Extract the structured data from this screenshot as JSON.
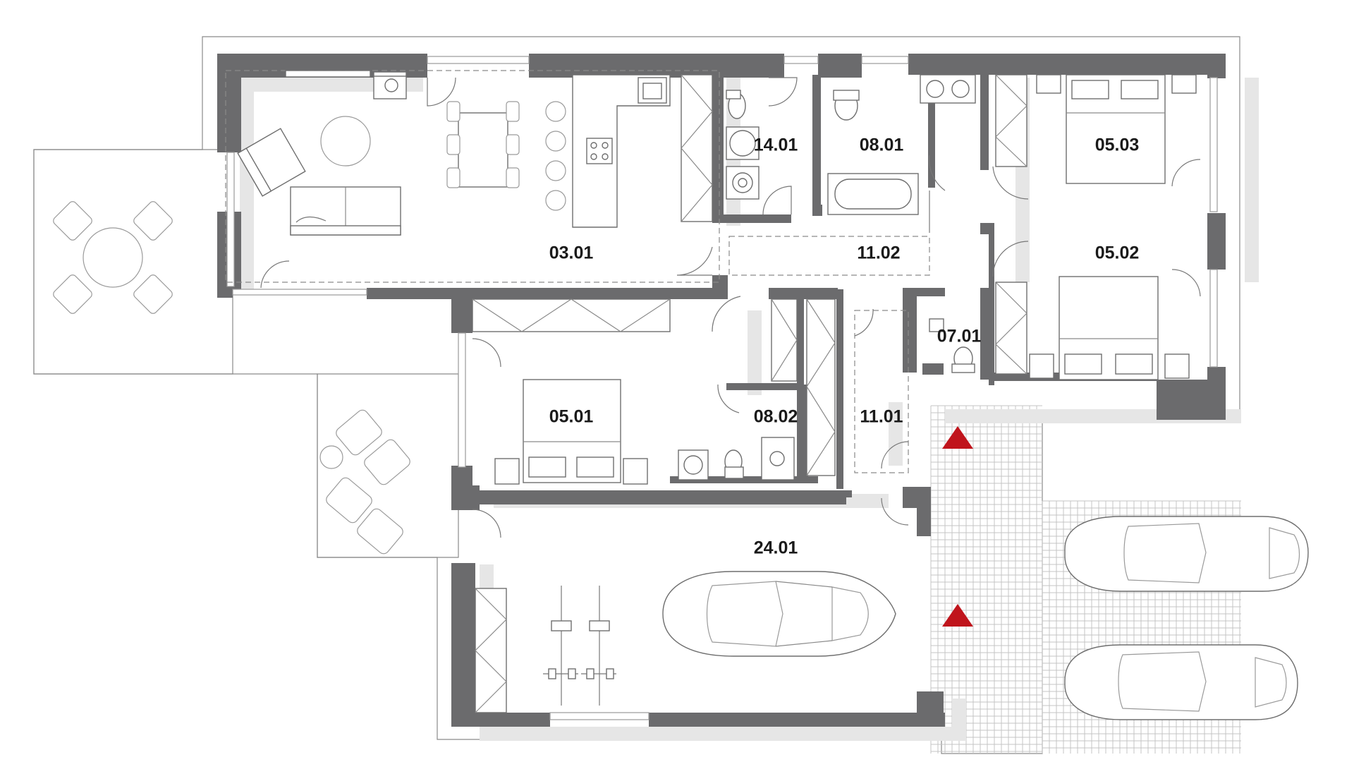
{
  "rooms": [
    {
      "id": "03.01",
      "label": "03.01"
    },
    {
      "id": "14.01",
      "label": "14.01"
    },
    {
      "id": "08.01",
      "label": "08.01"
    },
    {
      "id": "05.03",
      "label": "05.03"
    },
    {
      "id": "11.02",
      "label": "11.02"
    },
    {
      "id": "05.02",
      "label": "05.02"
    },
    {
      "id": "07.01",
      "label": "07.01"
    },
    {
      "id": "05.01",
      "label": "05.01"
    },
    {
      "id": "08.02",
      "label": "08.02"
    },
    {
      "id": "11.01",
      "label": "11.01"
    },
    {
      "id": "24.01",
      "label": "24.01"
    }
  ],
  "icons": [
    "entrance-arrow-icon",
    "car-icon",
    "bicycle-icon",
    "bed-icon",
    "sofa-icon",
    "toilet-icon",
    "bathtub-icon",
    "sink-icon",
    "stove-icon"
  ],
  "colors": {
    "wall": "#6b6b6d",
    "shadow": "#e6e6e6",
    "arrow": "#c0141c",
    "line": "#8a8a8a"
  }
}
